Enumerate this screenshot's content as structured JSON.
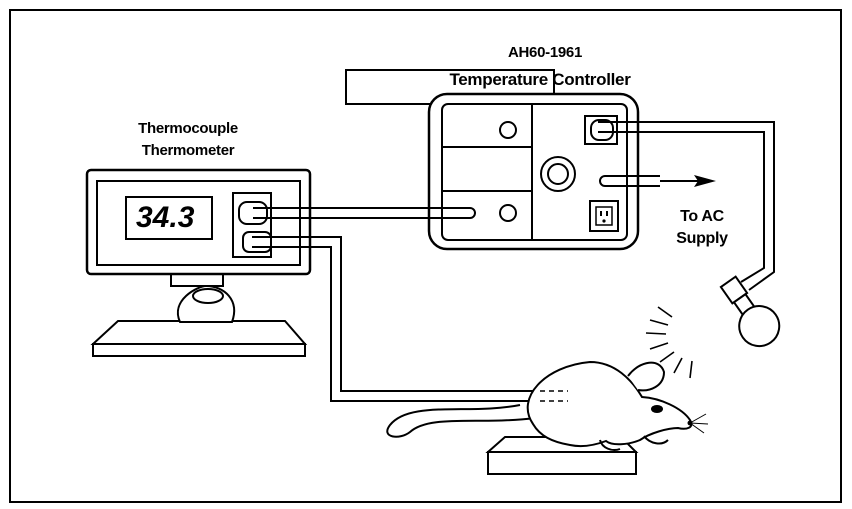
{
  "controller": {
    "model": "AH60-1961",
    "name": "Temperature Controller"
  },
  "thermometer": {
    "label_line1": "Thermocouple",
    "label_line2": "Thermometer",
    "reading": "34.3"
  },
  "supply": {
    "line1": "To AC",
    "line2": "Supply"
  }
}
